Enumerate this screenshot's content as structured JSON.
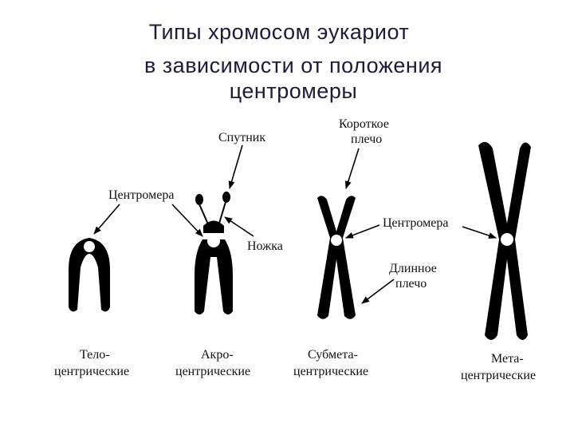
{
  "title": {
    "line1": "Типы хромосом эукариот",
    "line2": "в зависимости от положения",
    "line3": "центромеры"
  },
  "labels": {
    "sputnik": "Спутник",
    "centromere_left": "Центромера",
    "nozhka": "Ножка",
    "short_arm_1": "Короткое",
    "short_arm_2": "плечо",
    "centromere_right": "Центромера",
    "long_arm_1": "Длинное",
    "long_arm_2": "плечо"
  },
  "captions": [
    {
      "line1": "Тело-",
      "line2": "центрические"
    },
    {
      "line1": "Акро-",
      "line2": "центрические"
    },
    {
      "line1": "Субмета-",
      "line2": "центрические"
    },
    {
      "line1": "Мета-",
      "line2": "центрические"
    }
  ],
  "colors": {
    "title": "#1f1a3a",
    "chromosome": "#000000",
    "centromere": "#ffffff"
  }
}
